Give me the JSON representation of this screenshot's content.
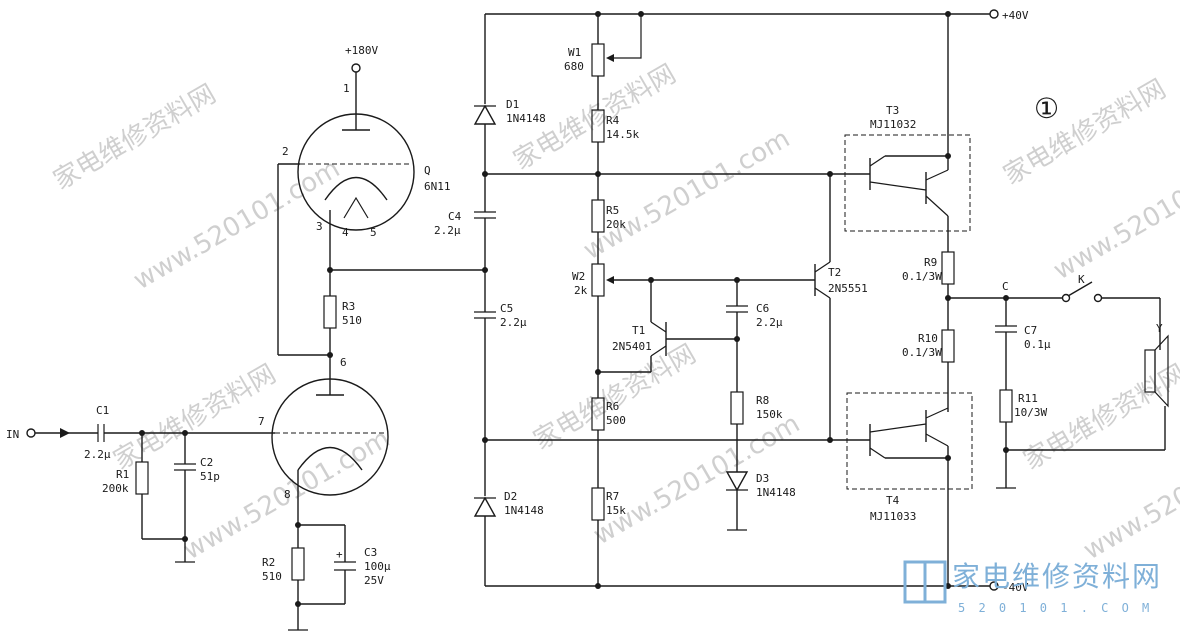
{
  "figure_number": "①",
  "supplies": {
    "hv": "+180V",
    "pos": "+40V",
    "neg": "-40V"
  },
  "input": {
    "label": "IN"
  },
  "tube_q": {
    "ref": "Q",
    "type": "6N11",
    "pin1": "1",
    "pin2": "2",
    "pin3": "3",
    "pin4": "4",
    "pin5": "5",
    "pin6": "6",
    "pin7": "7",
    "pin8": "8"
  },
  "components": {
    "c1": {
      "ref": "C1",
      "value": "2.2µ"
    },
    "c2": {
      "ref": "C2",
      "value": "51p"
    },
    "r1": {
      "ref": "R1",
      "value": "200k"
    },
    "r2": {
      "ref": "R2",
      "value": "510"
    },
    "c3": {
      "ref": "C3",
      "value": "100µ",
      "rating": "25V"
    },
    "r3": {
      "ref": "R3",
      "value": "510"
    },
    "c4": {
      "ref": "C4",
      "value": "2.2µ"
    },
    "c5": {
      "ref": "C5",
      "value": "2.2µ"
    },
    "d1": {
      "ref": "D1",
      "type": "1N4148"
    },
    "d2": {
      "ref": "D2",
      "type": "1N4148"
    },
    "d3": {
      "ref": "D3",
      "type": "1N4148"
    },
    "w1": {
      "ref": "W1",
      "value": "680"
    },
    "w2": {
      "ref": "W2",
      "value": "2k"
    },
    "r4": {
      "ref": "R4",
      "value": "14.5k"
    },
    "r5": {
      "ref": "R5",
      "value": "20k"
    },
    "r6": {
      "ref": "R6",
      "value": "500"
    },
    "r7": {
      "ref": "R7",
      "value": "15k"
    },
    "r8": {
      "ref": "R8",
      "value": "150k"
    },
    "c6": {
      "ref": "C6",
      "value": "2.2µ"
    },
    "t1": {
      "ref": "T1",
      "type": "2N5401"
    },
    "t2": {
      "ref": "T2",
      "type": "2N5551"
    },
    "t3": {
      "ref": "T3",
      "type": "MJ11032"
    },
    "t4": {
      "ref": "T4",
      "type": "MJ11033"
    },
    "r9": {
      "ref": "R9",
      "value": "0.1/3W"
    },
    "r10": {
      "ref": "R10",
      "value": "0.1/3W"
    },
    "c7": {
      "ref": "C7",
      "value": "0.1µ"
    },
    "r11": {
      "ref": "R11",
      "value": "10/3W"
    },
    "k": {
      "ref": "K"
    },
    "y": {
      "ref": "Y"
    },
    "node_c": {
      "ref": "C"
    }
  },
  "watermark": {
    "cn": "家电维修资料网",
    "url": "www.520101.com",
    "logo_url": "5 2 0 1 0 1 . C O M"
  }
}
